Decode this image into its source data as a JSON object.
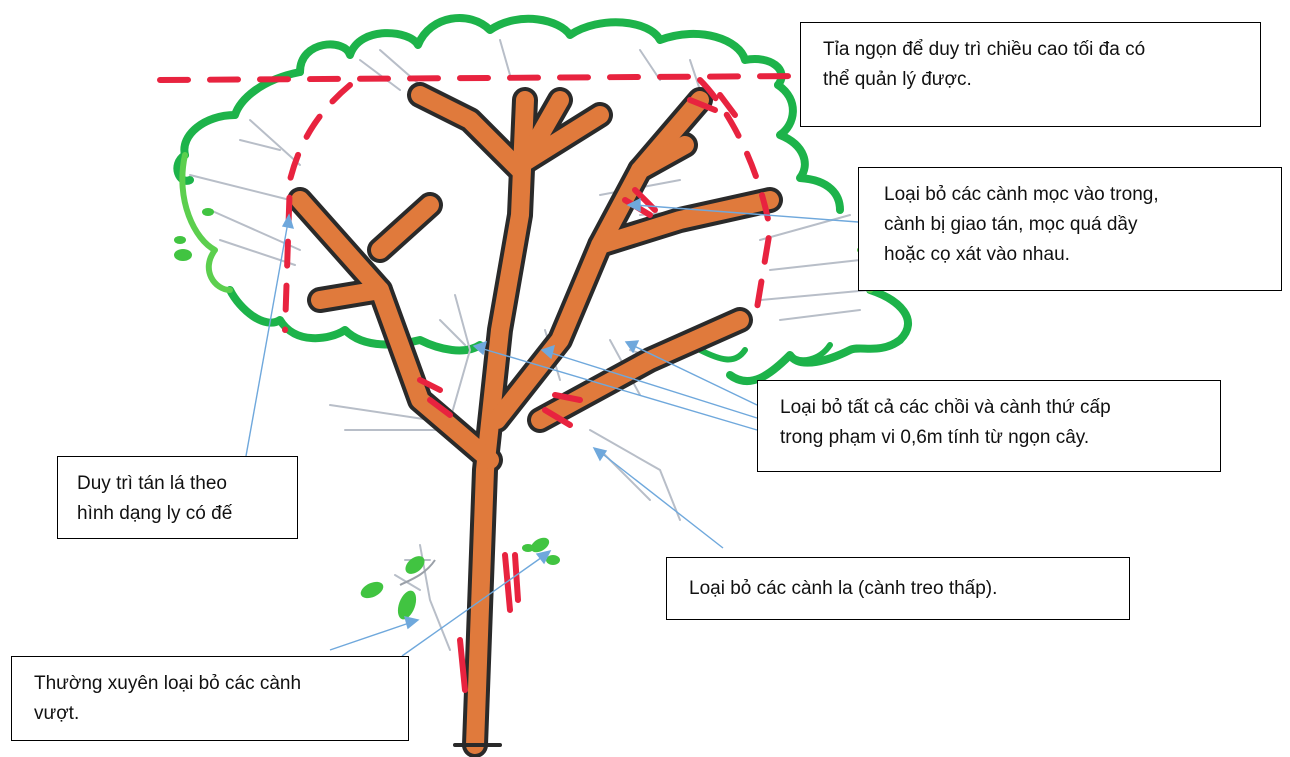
{
  "colors": {
    "trunk_fill": "#e07a3c",
    "trunk_outline": "#2a2a2a",
    "foliage_outline": "#1db34a",
    "foliage_light": "#5ccf4e",
    "cut_marks": "#e8233f",
    "thin_branches": "#b8bec8",
    "leader_lines": "#6fa8dc",
    "callout_border": "#000000"
  },
  "callouts": {
    "top_pruning": {
      "line1": "Tỉa ngọn để duy trì chiều cao tối đa có",
      "line2": "thể quản lý được."
    },
    "inward_branches": {
      "line1": "Loại bỏ các cành mọc vào trong,",
      "line2": "cành bị giao tán, mọc quá dầy",
      "line3": "hoặc cọ xát vào nhau."
    },
    "suckers_near_top": {
      "line1": "Loại bỏ tất cả các chồi và cành thứ cấp",
      "line2": "trong phạm vi 0,6m tính từ ngọn cây."
    },
    "goblet_shape": {
      "line1": "Duy trì tán lá theo",
      "line2": "hình dạng ly có đế"
    },
    "low_hanging": {
      "line1": "Loại bỏ các cành la (cành treo thấp)."
    },
    "water_shoots": {
      "line1": "Thường xuyên loại bỏ các cành",
      "line2": "vượt."
    }
  }
}
